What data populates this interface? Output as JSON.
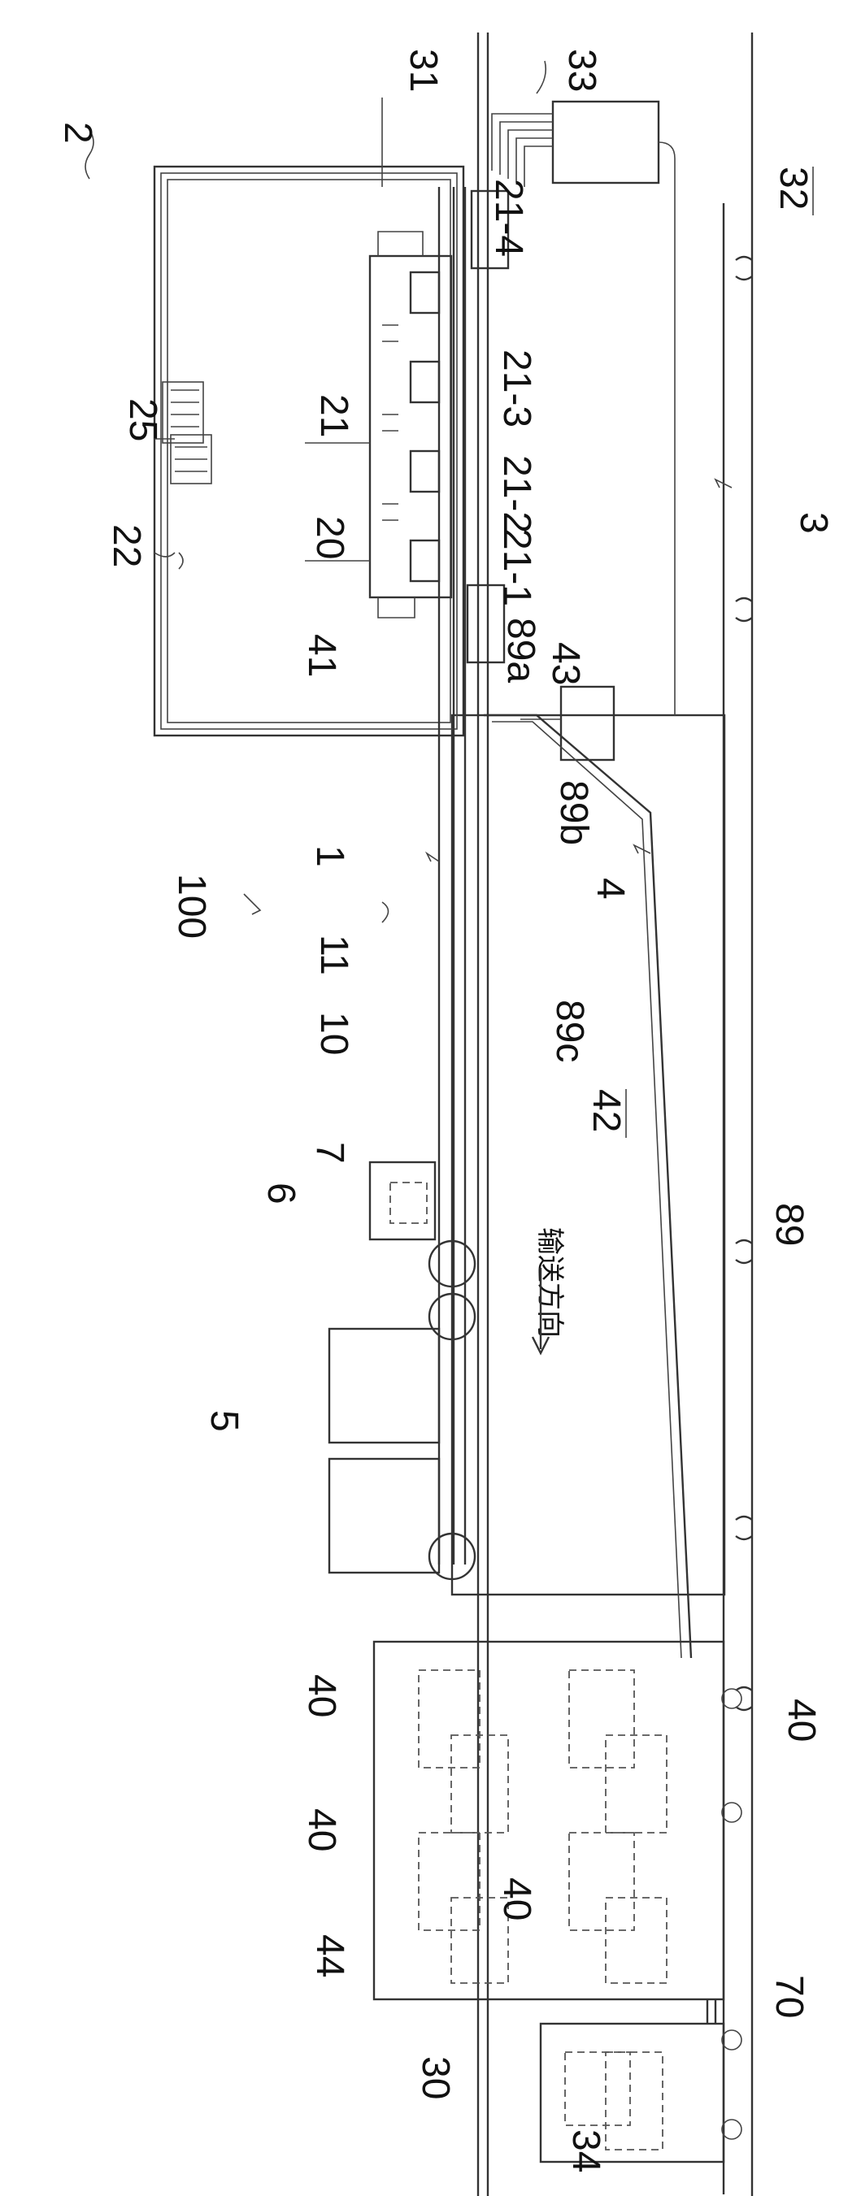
{
  "labels": {
    "n100": "100",
    "n1": "1",
    "n2": "2",
    "n3": "3",
    "n4": "4",
    "n5": "5",
    "n6": "6",
    "n7": "7",
    "n10": "10",
    "n11": "11",
    "n20": "20",
    "n21": "21",
    "n21_1": "21-1",
    "n21_2": "21-2",
    "n21_3": "21-3",
    "n21_4": "21-4",
    "n22": "22",
    "n25": "25",
    "n30": "30",
    "n31": "31",
    "n32": "32",
    "n33": "33",
    "n34": "34",
    "n40": "40",
    "n41": "41",
    "n42": "42",
    "n43": "43",
    "n44": "44",
    "n70": "70",
    "n89": "89",
    "n89a": "89a",
    "n89b": "89b",
    "n89c": "89c",
    "conveyance_direction": "输送方向"
  }
}
